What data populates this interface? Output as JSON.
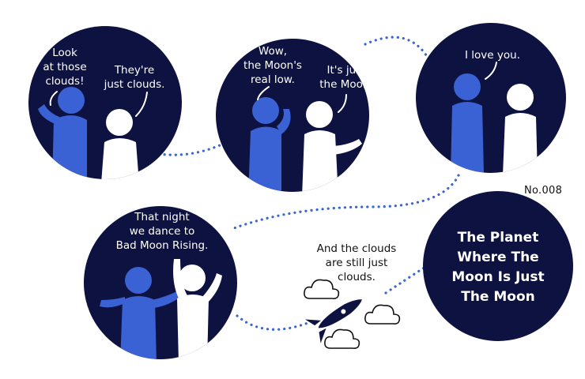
{
  "colors": {
    "panel": "#0d1240",
    "blue_figure": "#3a62d4",
    "white_figure": "#ffffff",
    "dots": "#3a66d0",
    "ink": "#111111"
  },
  "issue_number": "No.008",
  "title": {
    "line1": "The Planet",
    "line2": "Where The",
    "line3": "Moon Is Just",
    "line4": "The Moon"
  },
  "panels": [
    {
      "speech_left": [
        "Look",
        "at those",
        "clouds!"
      ],
      "speech_right": [
        "They're",
        "just clouds."
      ]
    },
    {
      "speech_left": [
        "Wow,",
        "the Moon's",
        "real low."
      ],
      "speech_right": [
        "It's just",
        "the Moon."
      ]
    },
    {
      "speech_top": [
        "I love you."
      ]
    },
    {
      "caption": [
        "That night",
        "we dance to",
        "Bad Moon Rising."
      ]
    }
  ],
  "rocket_caption": [
    "And the clouds",
    "are still just",
    "clouds."
  ],
  "icons": [
    "cloud-icon",
    "rocket-icon"
  ]
}
